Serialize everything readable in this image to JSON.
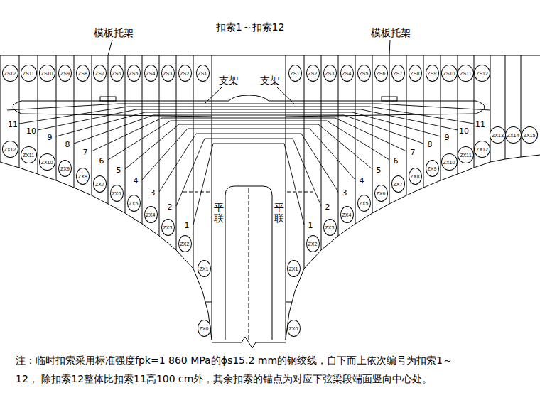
{
  "diagram": {
    "caption": "注：临时扣索采用标准强度fpk=1 860 MPa的ϕs15.2 mm的钢绞线，自下而上依次编号为扣索1～12， 除扣索12整体比扣索11高100 cm外，其余扣索的锚点为对应下弦梁段端面竖向中心处。",
    "nodes": [
      {
        "text": [
          "ZS12"
        ]
      },
      {
        "text": [
          "ZS11"
        ]
      },
      {
        "text": [
          "ZS10"
        ]
      },
      {
        "text": [
          "ZS9"
        ]
      },
      {
        "text": [
          "ZS8"
        ]
      },
      {
        "text": [
          "ZS7"
        ]
      },
      {
        "text": [
          "ZS6"
        ]
      },
      {
        "text": [
          "ZS5"
        ]
      },
      {
        "text": [
          "ZS4"
        ]
      },
      {
        "text": [
          "ZS3"
        ]
      },
      {
        "text": [
          "ZS2"
        ]
      },
      {
        "text": [
          "ZS1"
        ]
      },
      {
        "text": [
          "ZS1"
        ]
      },
      {
        "text": [
          "ZS2"
        ]
      },
      {
        "text": [
          "ZS3"
        ]
      },
      {
        "text": [
          "ZS4"
        ]
      },
      {
        "text": [
          "ZS5"
        ]
      },
      {
        "text": [
          "ZS6"
        ]
      },
      {
        "text": [
          "ZS7"
        ]
      },
      {
        "text": [
          "ZS8"
        ]
      },
      {
        "text": [
          "ZS9"
        ]
      },
      {
        "text": [
          "ZS10"
        ]
      },
      {
        "text": [
          "ZS11"
        ]
      },
      {
        "text": [
          "ZS12"
        ]
      },
      {
        "text": [
          "ZX13"
        ]
      },
      {
        "text": [
          "ZX14"
        ]
      },
      {
        "text": [
          "ZX15"
        ]
      },
      {
        "text": [
          "ZX12"
        ]
      },
      {
        "text": [
          "ZX11"
        ]
      },
      {
        "text": [
          "ZX10"
        ]
      },
      {
        "text": [
          "ZX9"
        ]
      },
      {
        "text": [
          "ZX8"
        ]
      },
      {
        "text": [
          "ZX7"
        ]
      },
      {
        "text": [
          "ZX6"
        ]
      },
      {
        "text": [
          "ZX5"
        ]
      },
      {
        "text": [
          "ZX4"
        ]
      },
      {
        "text": [
          "ZX3"
        ]
      },
      {
        "text": [
          "ZX2"
        ]
      },
      {
        "text": [
          "ZX1"
        ]
      },
      {
        "text": [
          "ZX0"
        ]
      },
      {
        "text": [
          "ZX0"
        ]
      },
      {
        "text": [
          "ZX1"
        ]
      },
      {
        "text": [
          "ZX2"
        ]
      },
      {
        "text": [
          "ZX3"
        ]
      },
      {
        "text": [
          "ZX4"
        ]
      },
      {
        "text": [
          "ZX5"
        ]
      },
      {
        "text": [
          "ZX6"
        ]
      },
      {
        "text": [
          "ZX7"
        ]
      },
      {
        "text": [
          "ZX8"
        ]
      },
      {
        "text": [
          "ZX9"
        ]
      },
      {
        "text": [
          "ZX10"
        ]
      },
      {
        "text": [
          "ZX11"
        ]
      },
      {
        "text": [
          "ZX12"
        ]
      }
    ],
    "labels": [
      "扣索1～扣索12",
      "模板托架",
      "模板托架",
      "支架",
      "支架",
      "11",
      "10",
      "9",
      "8",
      "7",
      "6",
      "5",
      "4",
      "3",
      "2",
      "1",
      "平联",
      "平联",
      "1",
      "2",
      "3",
      "4",
      "5",
      "6",
      "7",
      "8",
      "9",
      "10",
      "11"
    ]
  }
}
